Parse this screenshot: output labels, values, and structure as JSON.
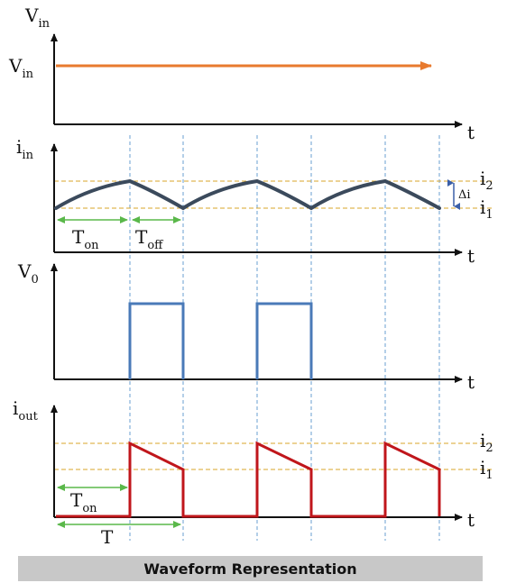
{
  "caption": "Waveform Representation",
  "labels": {
    "vin_axis": {
      "main": "V",
      "sub": "in"
    },
    "vin_line": {
      "main": "V",
      "sub": "in"
    },
    "iin_axis": {
      "main": "i",
      "sub": "in"
    },
    "v0_axis": {
      "main": "V",
      "sub": "0"
    },
    "iout_axis": {
      "main": "i",
      "sub": "out"
    },
    "t": "t",
    "i2": {
      "main": "i",
      "sub": "2"
    },
    "i1": {
      "main": "i",
      "sub": "1"
    },
    "delta_i": "Δi",
    "ton": {
      "main": "T",
      "sub": "on"
    },
    "toff": {
      "main": "T",
      "sub": "off"
    },
    "period": "T"
  },
  "colors": {
    "vin": "#e87a2e",
    "iin": "#3b4a5c",
    "v0": "#4a7ab8",
    "iout": "#c0161b",
    "guide": "#d9a62a",
    "dashed_vertical": "#6a9fd0",
    "arrow_green": "#5ab84a",
    "delta_arrow": "#3a5fa8"
  }
}
